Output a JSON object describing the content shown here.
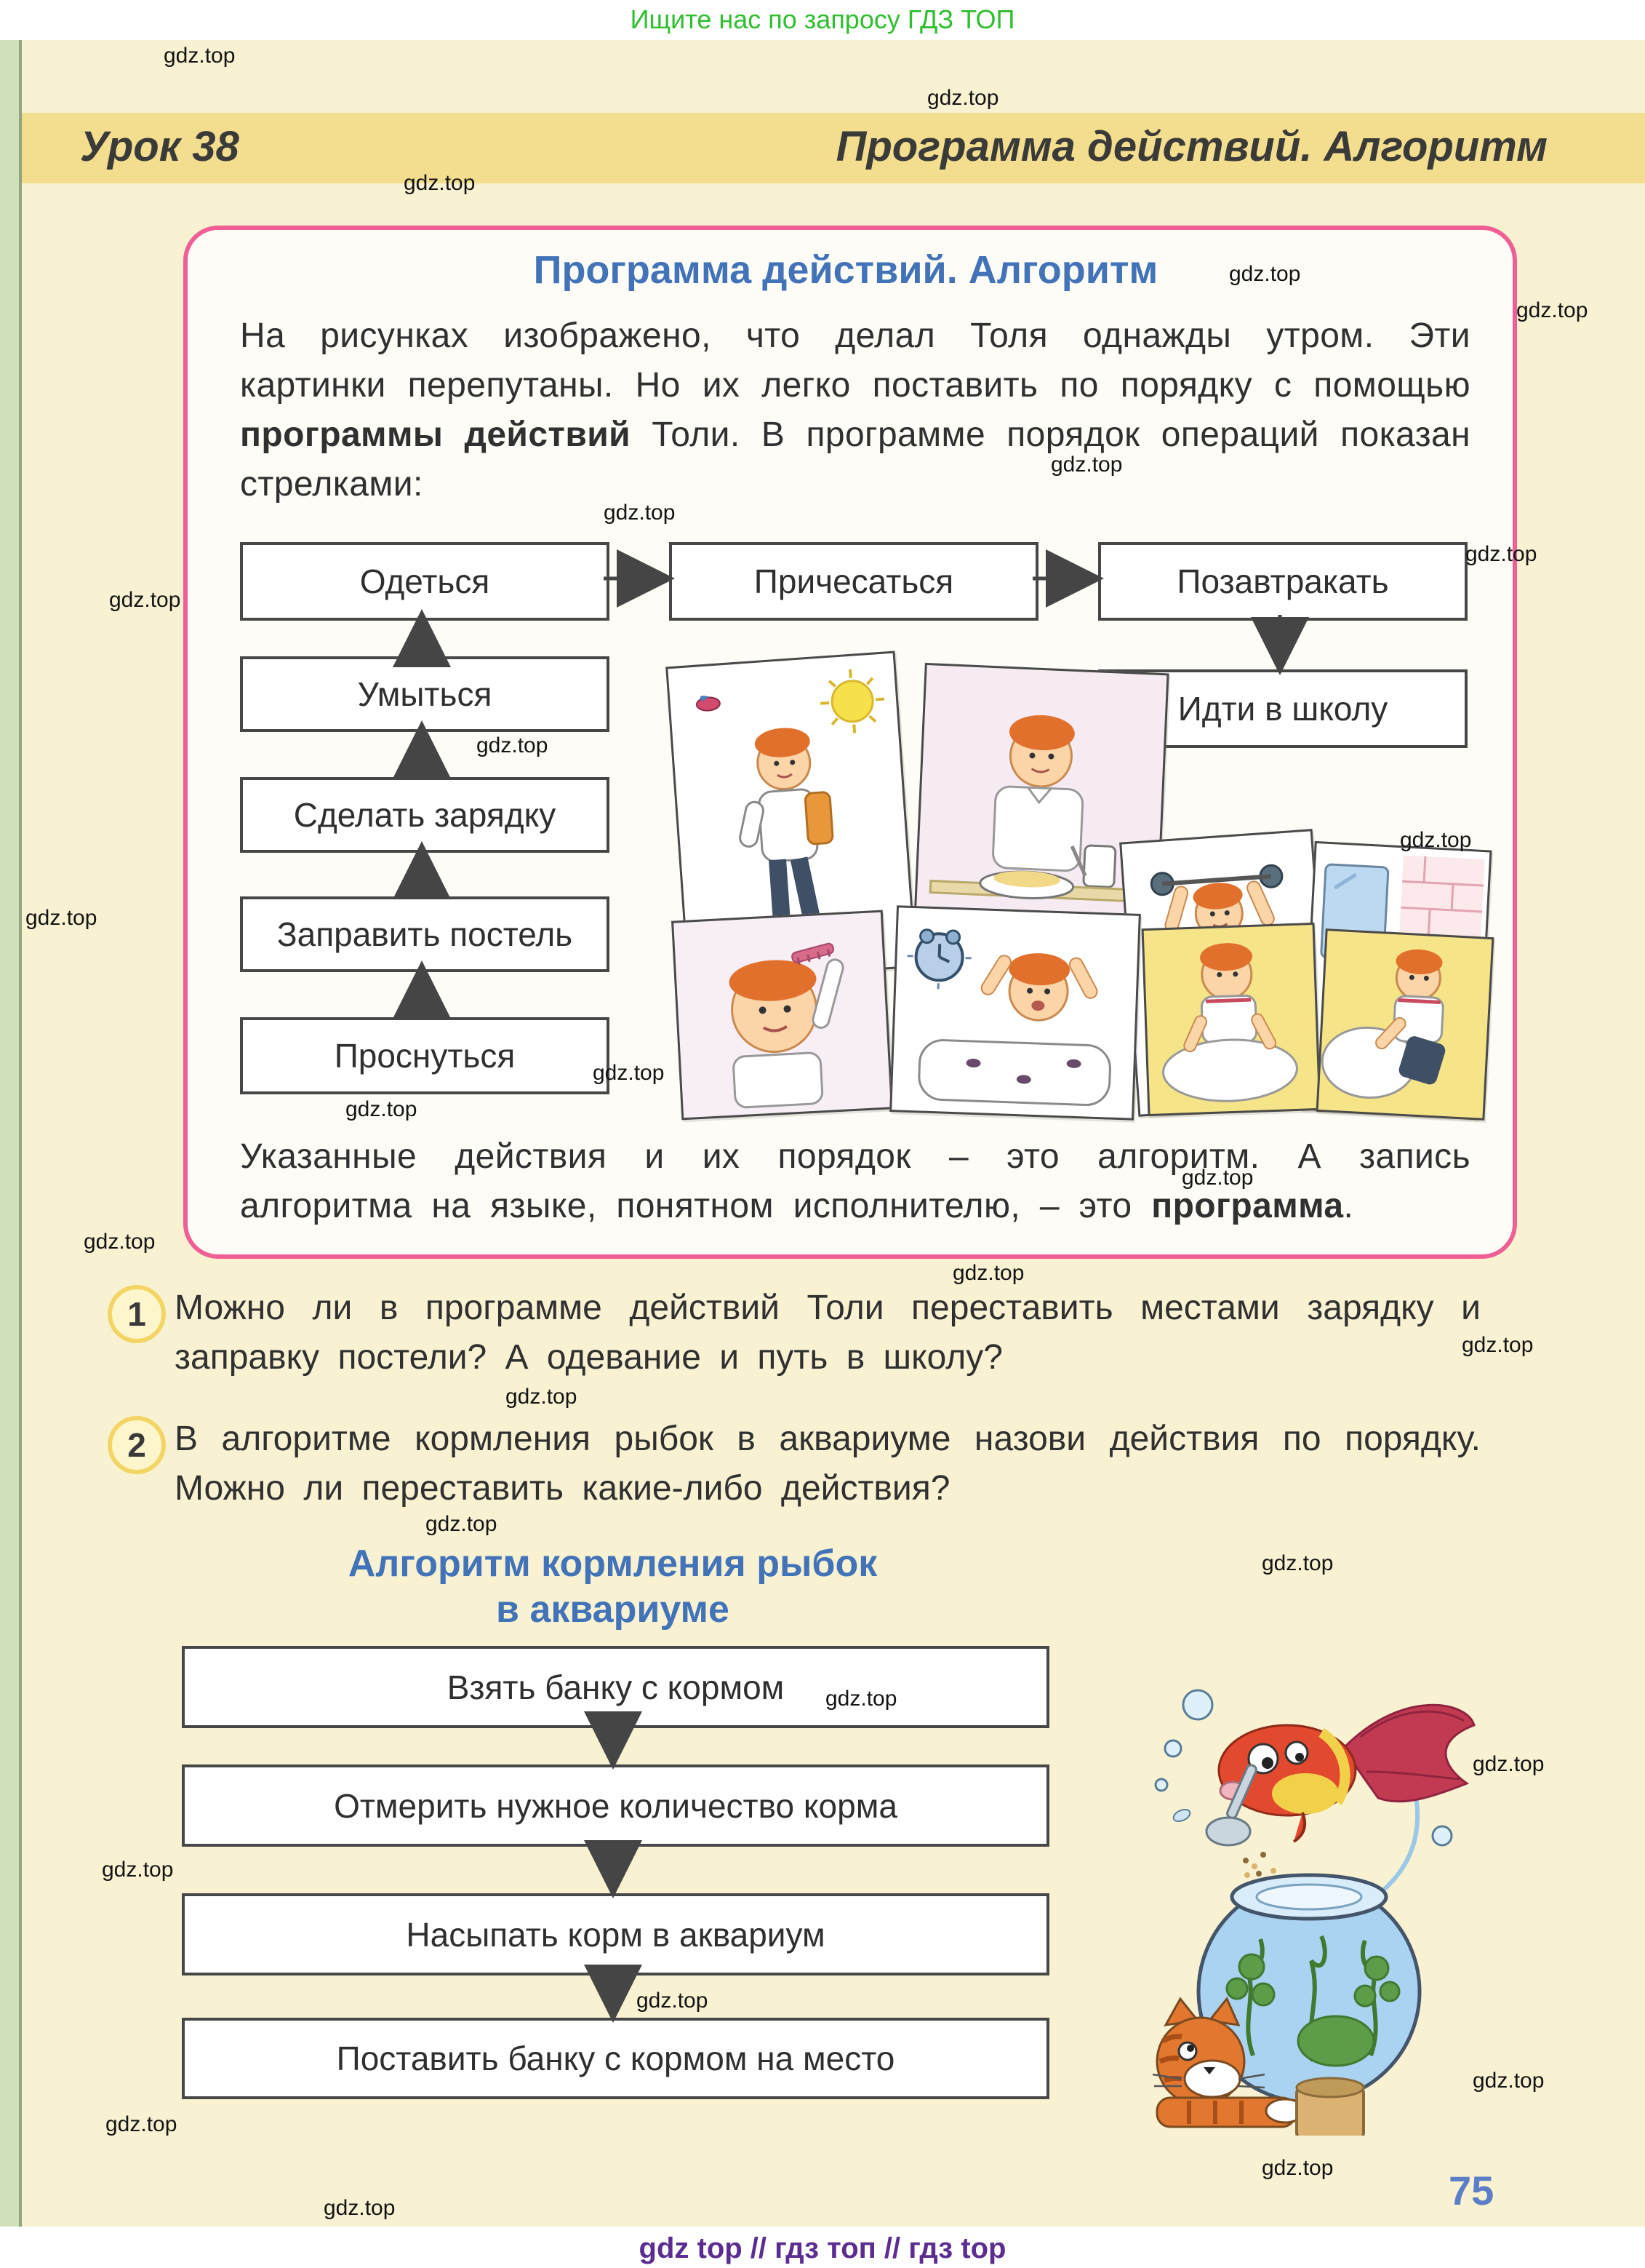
{
  "promo": {
    "top_banner": "Ищите нас по запросу ГДЗ ТОП",
    "footer": "gdz top  //  гдз топ  //  гдз top"
  },
  "watermark": "gdz.top",
  "header": {
    "lesson": "Урок 38",
    "title": "Программа действий. Алгоритм"
  },
  "lesson_box": {
    "title": "Программа действий. Алгоритм",
    "intro": {
      "part1": "На рисунках изображено, что делал Толя однажды утром. Эти картинки перепутаны. Но их легко поставить по порядку с помощью ",
      "bold": "программы действий",
      "part2": " Толи. В программе порядок операций показан стрелками:"
    },
    "flowchart_steps": [
      "Проснуться",
      "Заправить постель",
      "Сделать зарядку",
      "Умыться",
      "Одеться",
      "Причесаться",
      "Позавтракать",
      "Идти в школу"
    ],
    "conclusion": {
      "part1": "Указанные действия и их порядок – это алгоритм. А запись алгоритма на языке, понятном исполнителю, – это ",
      "bold": "программа",
      "part2": "."
    }
  },
  "questions": [
    {
      "number": "1",
      "text": "Можно ли в программе действий Толи переставить местами зарядку и заправку постели? А одевание и путь в школу?"
    },
    {
      "number": "2",
      "text": "В алгоритме кормления рыбок в аквариуме назови действия по порядку. Можно ли переставить какие-либо действия?"
    }
  ],
  "feeding": {
    "title_line1": "Алгоритм кормления рыбок",
    "title_line2": "в аквариуме",
    "steps": [
      "Взять банку с кормом",
      "Отмерить нужное количество корма",
      "Насыпать корм в аквариум",
      "Поставить банку с кормом на место"
    ]
  },
  "page_number": "75"
}
